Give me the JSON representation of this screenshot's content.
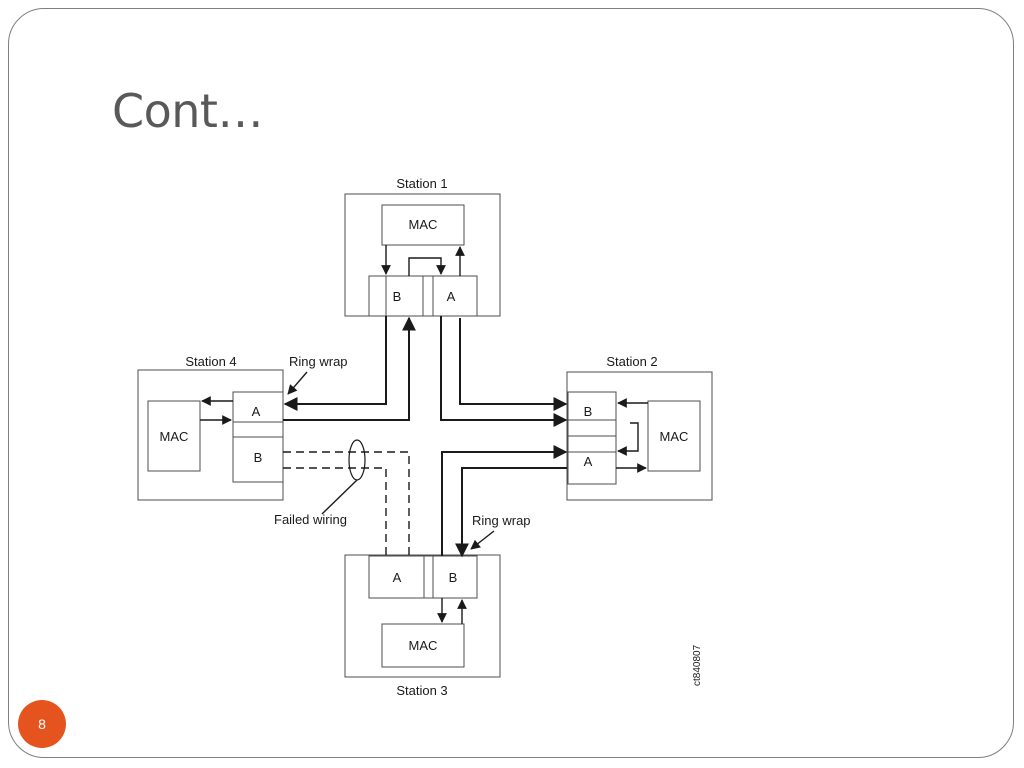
{
  "slide": {
    "title": "Cont…",
    "page_number": "8"
  },
  "diagram": {
    "stations": [
      {
        "id": "station-1",
        "label": "Station 1",
        "mac": "MAC",
        "ports": [
          "B",
          "A"
        ]
      },
      {
        "id": "station-2",
        "label": "Station 2",
        "mac": "MAC",
        "ports": [
          "B",
          "A"
        ]
      },
      {
        "id": "station-3",
        "label": "Station 3",
        "mac": "MAC",
        "ports": [
          "A",
          "B"
        ]
      },
      {
        "id": "station-4",
        "label": "Station 4",
        "mac": "MAC",
        "ports": [
          "A",
          "B"
        ]
      }
    ],
    "annotations": {
      "ring_wrap_left": "Ring wrap",
      "ring_wrap_bottom": "Ring wrap",
      "failed_wiring": "Failed wiring",
      "figure_id": "ct840807"
    }
  },
  "colors": {
    "badge": "#e5531f",
    "title": "#595959"
  }
}
